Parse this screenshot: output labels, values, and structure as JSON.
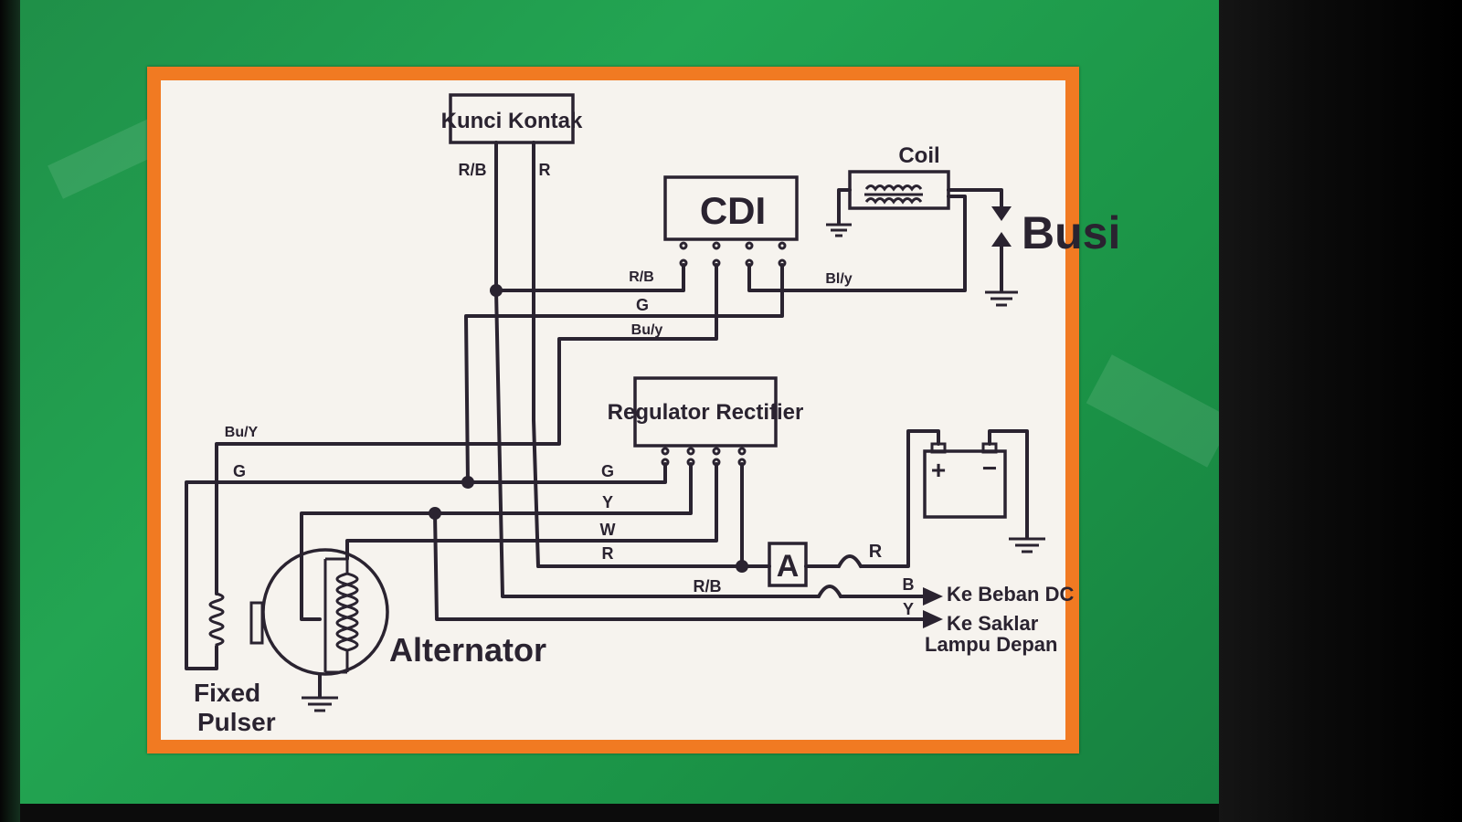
{
  "components": {
    "key_switch": "Kunci Kontak",
    "cdi": "CDI",
    "coil": "Coil",
    "spark_plug": "Busi",
    "regulator": "Regulator Rectifier",
    "ammeter": "A",
    "alternator": "Alternator",
    "pulser_line1": "Fixed",
    "pulser_line2": "Pulser",
    "battery_plus": "+",
    "battery_minus": "−"
  },
  "wire_labels": {
    "key_rb": "R/B",
    "key_r": "R",
    "cdi_rb": "R/B",
    "cdi_g": "G",
    "cdi_buy": "Bu/y",
    "cdi_bly": "Bl/y",
    "pulser_buy": "Bu/Y",
    "pulser_g": "G",
    "reg_g": "G",
    "reg_y": "Y",
    "reg_w": "W",
    "reg_r": "R",
    "batt_r": "R",
    "out_rb": "R/B",
    "out_b": "B",
    "out_y": "Y"
  },
  "outputs": {
    "dc_load": "Ke Beban DC",
    "headlamp_line1": "Ke Saklar",
    "headlamp_line2": "Lampu Depan"
  },
  "colors": {
    "board": "#23a552",
    "sticker_border": "#f17a22",
    "paper": "#f6f3ee",
    "ink": "#2a2330"
  }
}
